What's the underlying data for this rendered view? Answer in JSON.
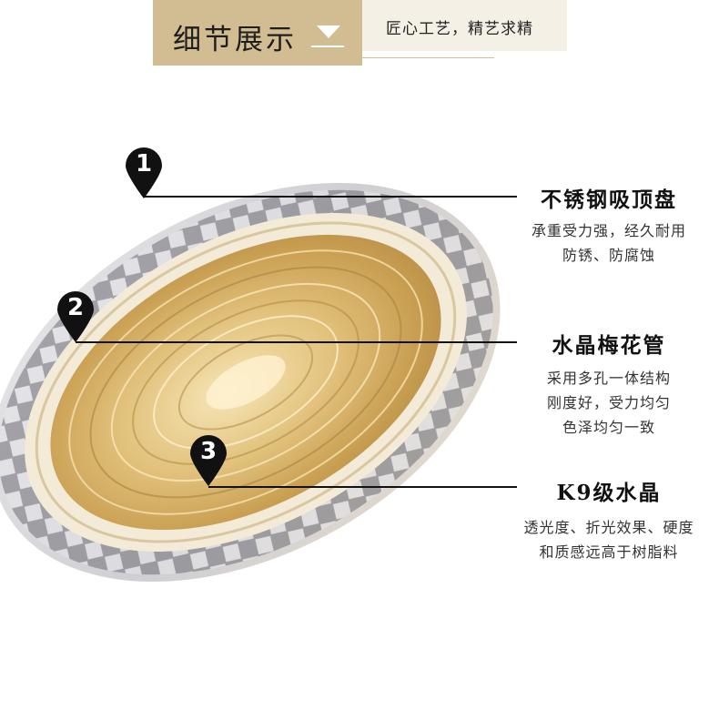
{
  "header": {
    "title": "细节展示",
    "subtitle": "匠心工艺，精艺求精"
  },
  "markers": [
    {
      "number": "1"
    },
    {
      "number": "2"
    },
    {
      "number": "3"
    }
  ],
  "features": [
    {
      "title": "不锈钢吸顶盘",
      "lines": [
        "承重受力强，经久耐用",
        "防锈、防腐蚀"
      ]
    },
    {
      "title": "水晶梅花管",
      "lines": [
        "采用多孔一体结构",
        "刚度好，受力均匀",
        "色泽均匀一致"
      ]
    },
    {
      "title": "K9级水晶",
      "lines": [
        "透光度、折光效果、硬度",
        "和质感远高于树脂料"
      ]
    }
  ],
  "colors": {
    "header_gold": "#d2bd92",
    "header_light": "#f5f0e6",
    "marker": "#111111",
    "crystal_gold": "#d8b468"
  }
}
